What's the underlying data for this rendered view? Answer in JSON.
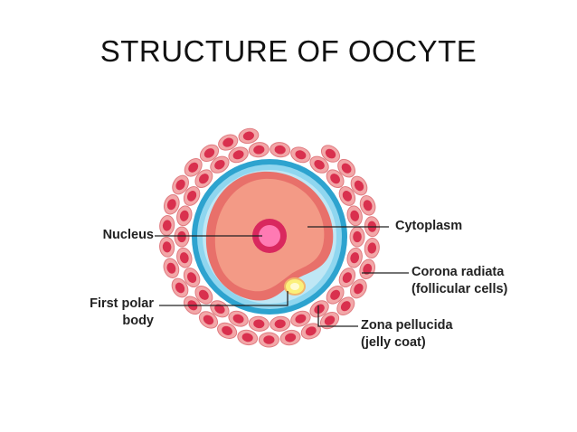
{
  "title": "STRUCTURE OF OOCYTE",
  "labels": {
    "nucleus": "Nucleus",
    "first_polar_body": [
      "First polar",
      "body"
    ],
    "cytoplasm": "Cytoplasm",
    "corona_radiata": [
      "Corona radiata",
      "(follicular cells)"
    ],
    "zona_pellucida": [
      "Zona pellucida",
      "(jelly coat)"
    ]
  },
  "colors": {
    "cell_fill": "#e8706a",
    "cytoplasm_light": "#f39a86",
    "zona_outer": "#2da3cf",
    "zona_inner": "#7fd0ec",
    "follicle_fill": "#f2a7a8",
    "follicle_nucleus": "#d9304e",
    "nucleus_outer": "#d9285e",
    "nucleus_inner": "#ff7ab3",
    "polar_body": "#fbf07a",
    "leader_line": "#222222"
  }
}
